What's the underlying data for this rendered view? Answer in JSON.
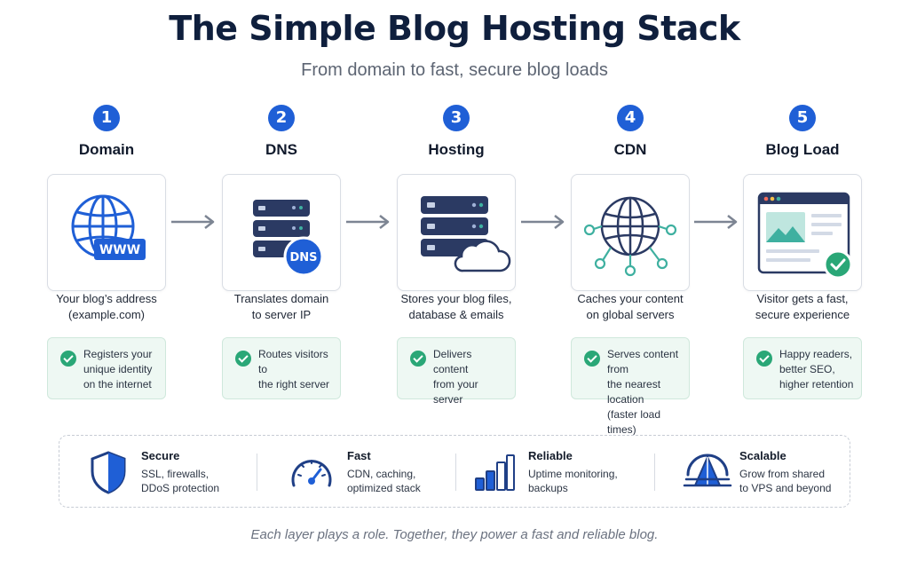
{
  "title": "The Simple Blog Hosting Stack",
  "subtitle": "From domain to fast, secure blog loads",
  "steps": [
    {
      "number": "1",
      "title": "Domain",
      "icon": "globe-www-icon",
      "badge": "WWW",
      "desc_lines": [
        "Your blog’s address",
        "(example.com)"
      ],
      "benefit_lines": [
        "Registers your",
        "unique identity",
        "on the internet"
      ]
    },
    {
      "number": "2",
      "title": "DNS",
      "icon": "dns-server-icon",
      "badge": "DNS",
      "desc_lines": [
        "Translates domain",
        "to server IP"
      ],
      "benefit_lines": [
        "Routes visitors to",
        "the right server"
      ]
    },
    {
      "number": "3",
      "title": "Hosting",
      "icon": "server-cloud-icon",
      "desc_lines": [
        "Stores your blog files,",
        "database & emails"
      ],
      "benefit_lines": [
        "Delivers content",
        "from your server"
      ]
    },
    {
      "number": "4",
      "title": "CDN",
      "icon": "cdn-network-globe-icon",
      "desc_lines": [
        "Caches your content",
        "on global servers"
      ],
      "benefit_lines": [
        "Serves content from",
        "the nearest location",
        "(faster load times)"
      ]
    },
    {
      "number": "5",
      "title": "Blog Load",
      "icon": "browser-window-check-icon",
      "desc_lines": [
        "Visitor gets a fast,",
        "secure experience"
      ],
      "benefit_lines": [
        "Happy readers,",
        "better SEO,",
        "higher retention"
      ]
    }
  ],
  "features": [
    {
      "name": "Secure",
      "icon": "shield-icon",
      "desc_lines": [
        "SSL, firewalls,",
        "DDoS protection"
      ]
    },
    {
      "name": "Fast",
      "icon": "speedometer-icon",
      "desc_lines": [
        "CDN, caching,",
        "optimized stack"
      ]
    },
    {
      "name": "Reliable",
      "icon": "bar-chart-icon",
      "desc_lines": [
        "Uptime monitoring,",
        "backups"
      ]
    },
    {
      "name": "Scalable",
      "icon": "scale-pyramid-icon",
      "desc_lines": [
        "Grow from shared",
        "to VPS and beyond"
      ]
    }
  ],
  "footer": "Each layer plays a role. Together, they power a fast and reliable blog.",
  "colors": {
    "accent": "#1f5fd6",
    "navy": "#2b3a63",
    "check_green": "#2aa777",
    "benefit_bg": "#eef8f3",
    "teal": "#3fb0a0"
  }
}
